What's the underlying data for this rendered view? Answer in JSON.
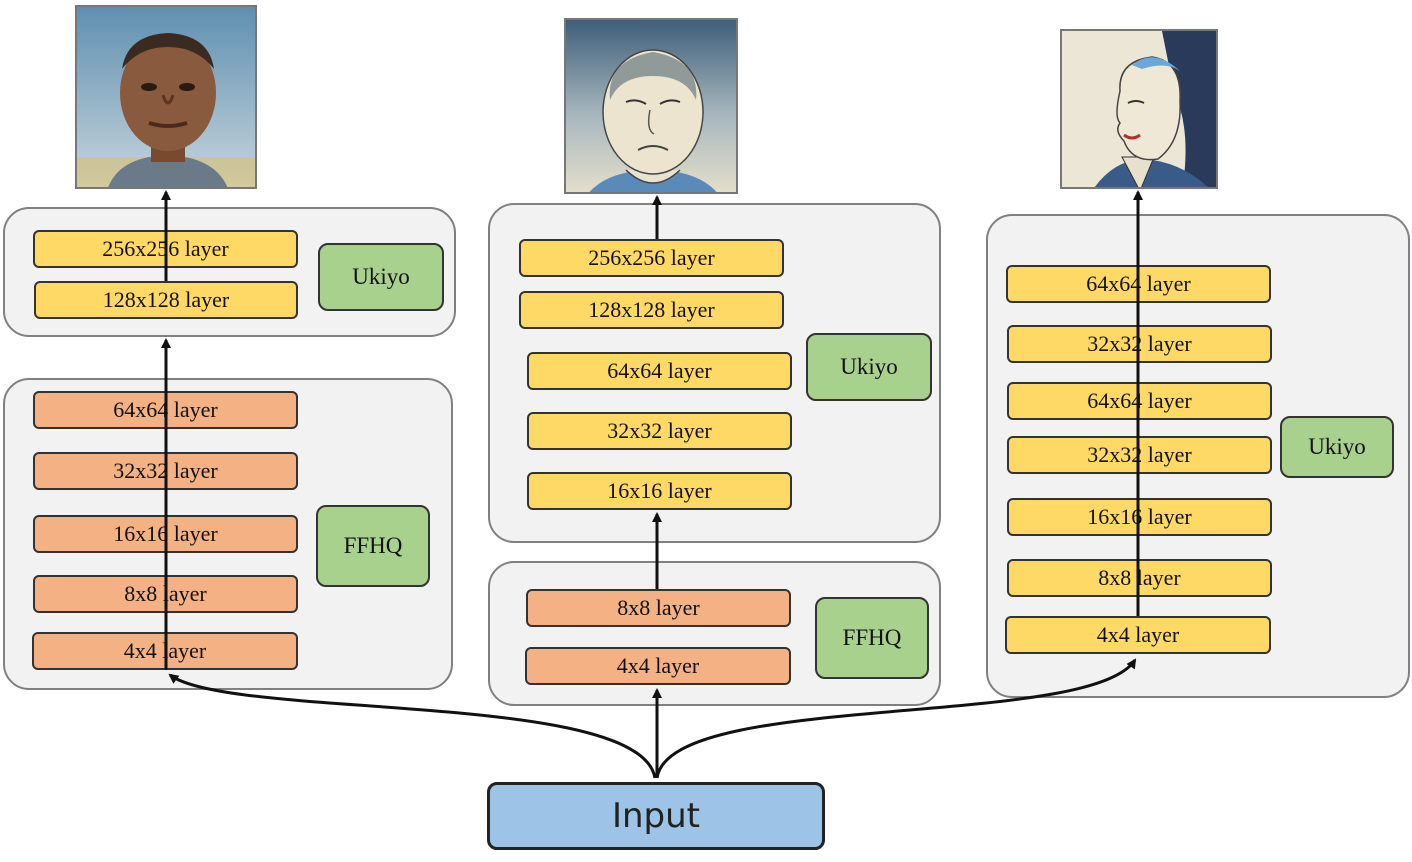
{
  "columns": [
    {
      "upper_block": {
        "layers": [
          "256x256 layer",
          "128x128 layer"
        ],
        "tag": "Ukiyo"
      },
      "lower_block": {
        "layers": [
          "64x64 layer",
          "32x32 layer",
          "16x16 layer",
          "8x8 layer",
          "4x4 layer"
        ],
        "tag": "FFHQ"
      },
      "output_image": "photo-style-portrait"
    },
    {
      "upper_block": {
        "layers": [
          "256x256 layer",
          "128x128 layer",
          "64x64 layer",
          "32x32 layer",
          "16x16 layer"
        ],
        "tag": "Ukiyo"
      },
      "lower_block": {
        "layers": [
          "8x8 layer",
          "4x4 layer"
        ],
        "tag": "FFHQ"
      },
      "output_image": "ukiyo-e-portrait"
    },
    {
      "single_block": {
        "layers": [
          "64x64 layer",
          "32x32 layer",
          "64x64 layer",
          "32x32 layer",
          "16x16 layer",
          "8x8 layer",
          "4x4 layer"
        ],
        "tag": "Ukiyo"
      },
      "output_image": "ukiyo-e-profile-portrait"
    }
  ],
  "input": {
    "label": "Input"
  },
  "colors": {
    "ukiyo_layer": "#ffd966",
    "ffhq_layer": "#f4b183",
    "tag": "#a9d18e",
    "input": "#9dc3e6",
    "block": "#f2f2f2"
  }
}
